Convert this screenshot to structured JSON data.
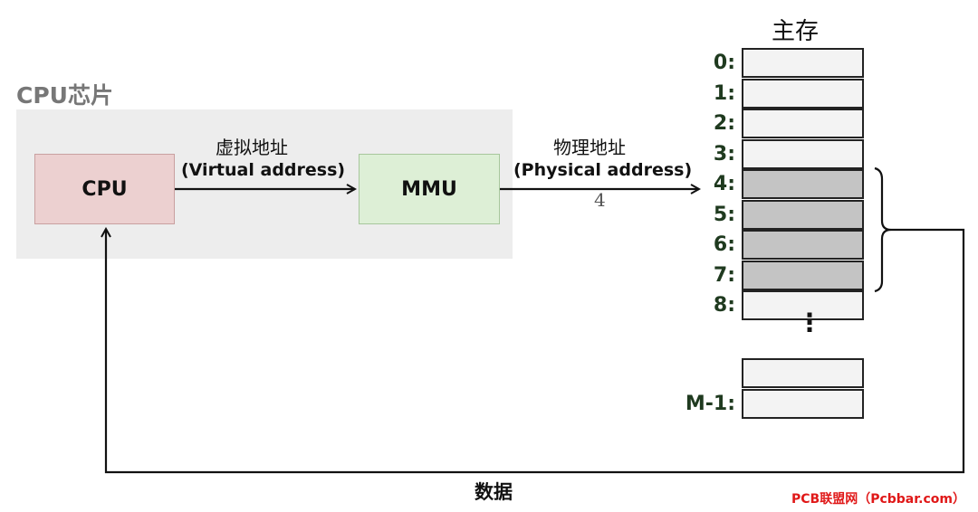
{
  "chip": {
    "label": "CPU芯片"
  },
  "cpu": {
    "label": "CPU"
  },
  "mmu": {
    "label": "MMU"
  },
  "virtual_address": {
    "cn": "虚拟地址",
    "en": "(Virtual address)"
  },
  "physical_address": {
    "cn": "物理地址",
    "en": "(Physical address)",
    "value": "4"
  },
  "main_memory": {
    "title": "主存",
    "cells": [
      {
        "addr": "0:",
        "highlighted": false
      },
      {
        "addr": "1:",
        "highlighted": false
      },
      {
        "addr": "2:",
        "highlighted": false
      },
      {
        "addr": "3:",
        "highlighted": false
      },
      {
        "addr": "4:",
        "highlighted": true
      },
      {
        "addr": "5:",
        "highlighted": true
      },
      {
        "addr": "6:",
        "highlighted": true
      },
      {
        "addr": "7:",
        "highlighted": true
      },
      {
        "addr": "8:",
        "highlighted": false
      }
    ],
    "ellipsis": "⋮",
    "tail_cells": [
      {
        "addr": "",
        "highlighted": false
      },
      {
        "addr": "M-1:",
        "highlighted": false
      }
    ],
    "highlight_color": "#c4c4c4",
    "cell_color": "#f3f3f3"
  },
  "data_return": {
    "label": "数据"
  },
  "watermark": {
    "text": "PCB联盟网（Pcbbar.com）"
  }
}
